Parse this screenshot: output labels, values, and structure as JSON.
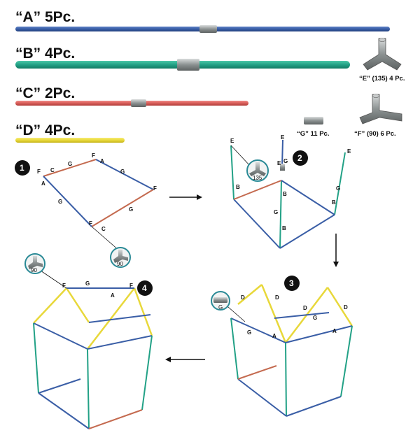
{
  "parts": {
    "a": "“A” 5Pc.",
    "b": "“B” 4Pc.",
    "c": "“C” 2Pc.",
    "d": "“D” 4Pc.",
    "e": "“E” (135) 4 Pc.",
    "f": "“F” (90) 6 Pc.",
    "g": "“G” 11 Pc."
  },
  "steps": [
    "1",
    "2",
    "3",
    "4"
  ],
  "callouts": {
    "c135": "135",
    "c90a": "90",
    "c90b": "90",
    "cg": "G"
  },
  "labels": {
    "s1": [
      "F",
      "C",
      "G",
      "F",
      "A",
      "G",
      "A",
      "G",
      "F",
      "G",
      "F",
      "C"
    ],
    "s2": [
      "E",
      "E",
      "E",
      "G",
      "E",
      "B",
      "G",
      "B",
      "G",
      "B",
      "B"
    ],
    "s3": [
      "D",
      "D",
      "D",
      "D",
      "G",
      "A",
      "G",
      "A"
    ],
    "s4": [
      "F",
      "G",
      "F",
      "A"
    ]
  },
  "colors": {
    "blue": "#3a5ea6",
    "teal": "#22a186",
    "red": "#d85e5a",
    "yellow": "#e8d83a",
    "connector": "#9aa0a0",
    "step_circle": "#111111"
  }
}
